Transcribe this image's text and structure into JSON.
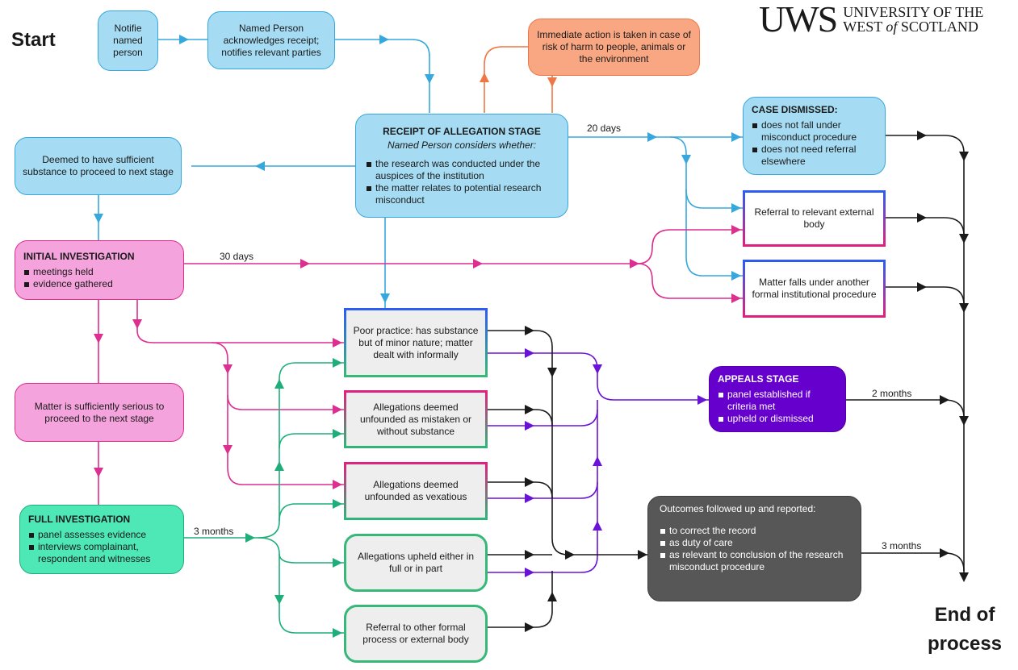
{
  "start_label": "Start",
  "end_label_line1": "End of",
  "end_label_line2": "process",
  "logo": {
    "mark": "UWS",
    "line1": "UNIVERSITY OF THE",
    "line2_a": "WEST ",
    "line2_of": "of",
    "line2_b": " SCOTLAND"
  },
  "boxes": {
    "notify": "Notifie named person",
    "acknowledge": "Named Person acknowledges receipt; notifies relevant parties",
    "immediate": "Immediate action is taken in case of risk of harm to people, animals or the environment",
    "receipt": {
      "title": "RECEIPT OF ALLEGATION STAGE",
      "subtitle": "Named Person considers whether:",
      "items": [
        "the research was conducted under the auspices of the institution",
        "the matter relates to potential research misconduct"
      ]
    },
    "deemed_substance": "Deemed to have sufficient substance to proceed to next stage",
    "case_dismissed": {
      "title": "CASE DISMISSED:",
      "items": [
        "does not fall under misconduct procedure",
        "does not need referral elsewhere"
      ]
    },
    "referral_external": "Referral to relevant external body",
    "other_procedure": "Matter falls under another formal institutional procedure",
    "initial_investigation": {
      "title": "INITIAL INVESTIGATION",
      "items": [
        "meetings held",
        "evidence gathered"
      ]
    },
    "sufficiently_serious": "Matter is sufficiently serious to proceed to the next stage",
    "full_investigation": {
      "title": "FULL INVESTIGATION",
      "items": [
        "panel assesses evidence",
        "interviews complainant, respondent and witnesses"
      ]
    },
    "poor_practice": "Poor practice: has substance but of minor nature; matter dealt with informally",
    "unfounded_mistaken": "Allegations deemed unfounded as mistaken or without substance",
    "unfounded_vexatious": "Allegations deemed unfounded as vexatious",
    "upheld": "Allegations upheld either in full or in part",
    "referral_other": "Referral to other formal process or external body",
    "appeals": {
      "title": "APPEALS STAGE",
      "items": [
        "panel established if criteria met",
        "upheld or dismissed"
      ]
    },
    "outcomes": {
      "title": "Outcomes followed up and reported:",
      "items": [
        "to correct the record",
        "as duty of care",
        "as relevant to conclusion of the research misconduct procedure"
      ]
    }
  },
  "durations": {
    "twenty_days": "20 days",
    "thirty_days": "30 days",
    "three_months_full": "3 months",
    "two_months": "2 months",
    "three_months_outcomes": "3 months"
  },
  "colors": {
    "blue": "#36a8dd",
    "orange": "#ef7745",
    "pink": "#dc2f8f",
    "green": "#1fae7a",
    "purple": "#6a12d8",
    "black": "#1a1a1a"
  }
}
